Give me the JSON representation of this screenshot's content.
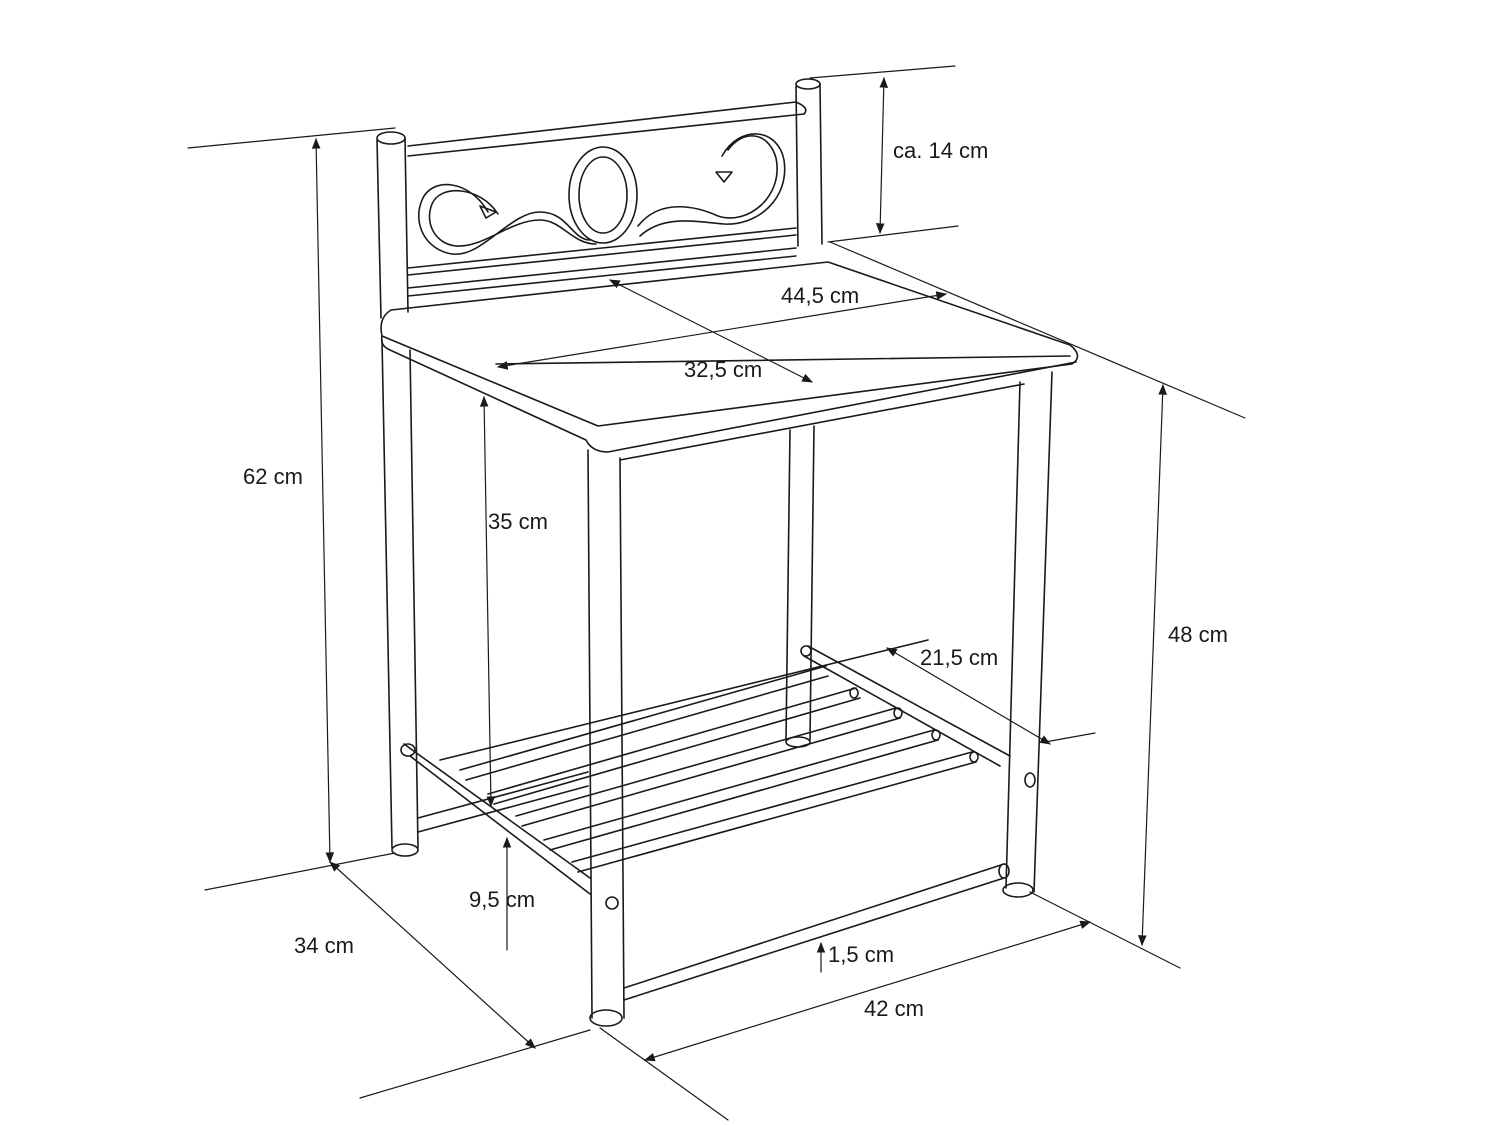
{
  "dimensions": {
    "total_height": "62 cm",
    "headboard_height": "ca. 14 cm",
    "top_width": "44,5 cm",
    "top_depth": "32,5 cm",
    "underside_height": "35 cm",
    "table_height": "48 cm",
    "shelf_depth": "21,5 cm",
    "shelf_height": "9,5 cm",
    "tube_diameter": "1,5 cm",
    "base_width": "42 cm",
    "base_depth": "34 cm"
  },
  "colors": {
    "line": "#1a1a1a",
    "background": "#ffffff"
  }
}
